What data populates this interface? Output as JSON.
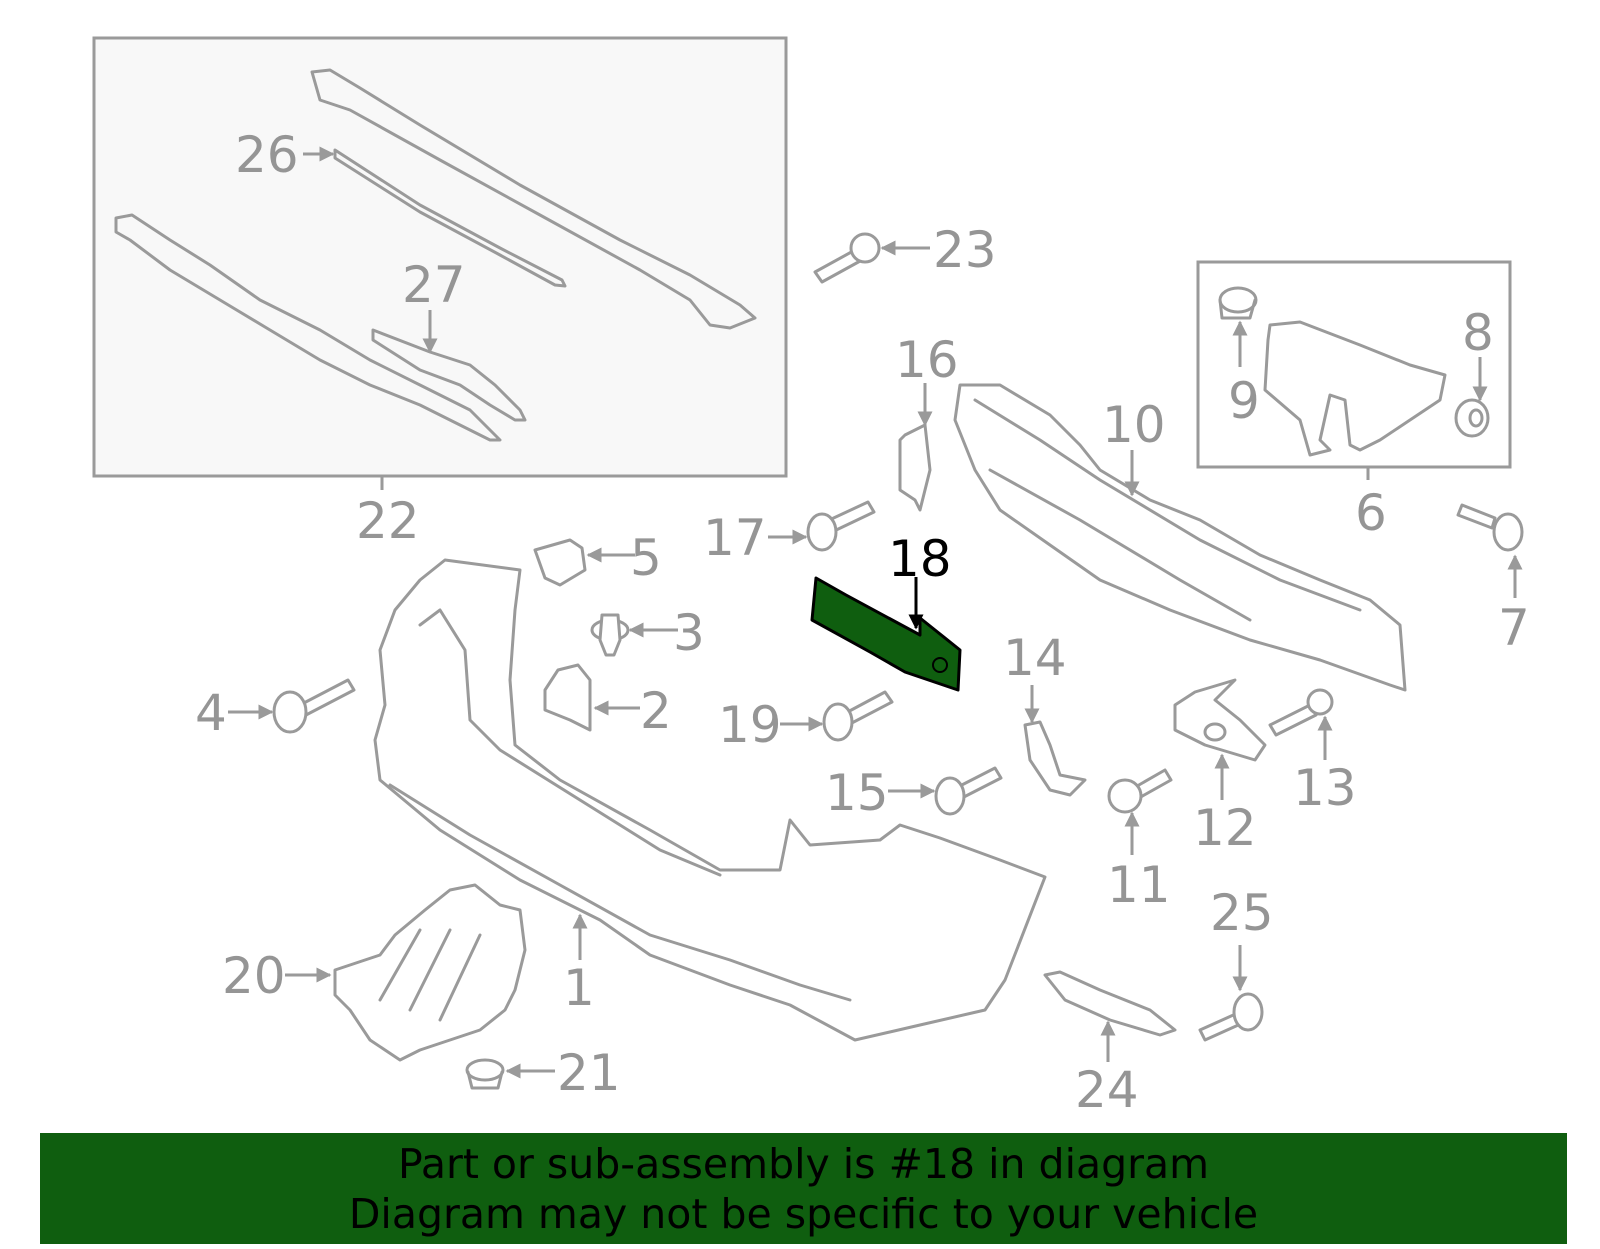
{
  "callouts": {
    "c1": "1",
    "c2": "2",
    "c3": "3",
    "c4": "4",
    "c5": "5",
    "c6": "6",
    "c7": "7",
    "c8": "8",
    "c9": "9",
    "c10": "10",
    "c11": "11",
    "c12": "12",
    "c13": "13",
    "c14": "14",
    "c15": "15",
    "c16": "16",
    "c17": "17",
    "c18": "18",
    "c19": "19",
    "c20": "20",
    "c21": "21",
    "c22": "22",
    "c23": "23",
    "c24": "24",
    "c25": "25",
    "c26": "26",
    "c27": "27"
  },
  "highlighted_part": "18",
  "colors": {
    "highlight": "#0f5e0f",
    "parts": "#9a9a9a",
    "banner": "#0f5e0f"
  },
  "banner": {
    "line1": "Part or sub-assembly is #18 in diagram",
    "line2": "Diagram may not be specific to your vehicle"
  }
}
